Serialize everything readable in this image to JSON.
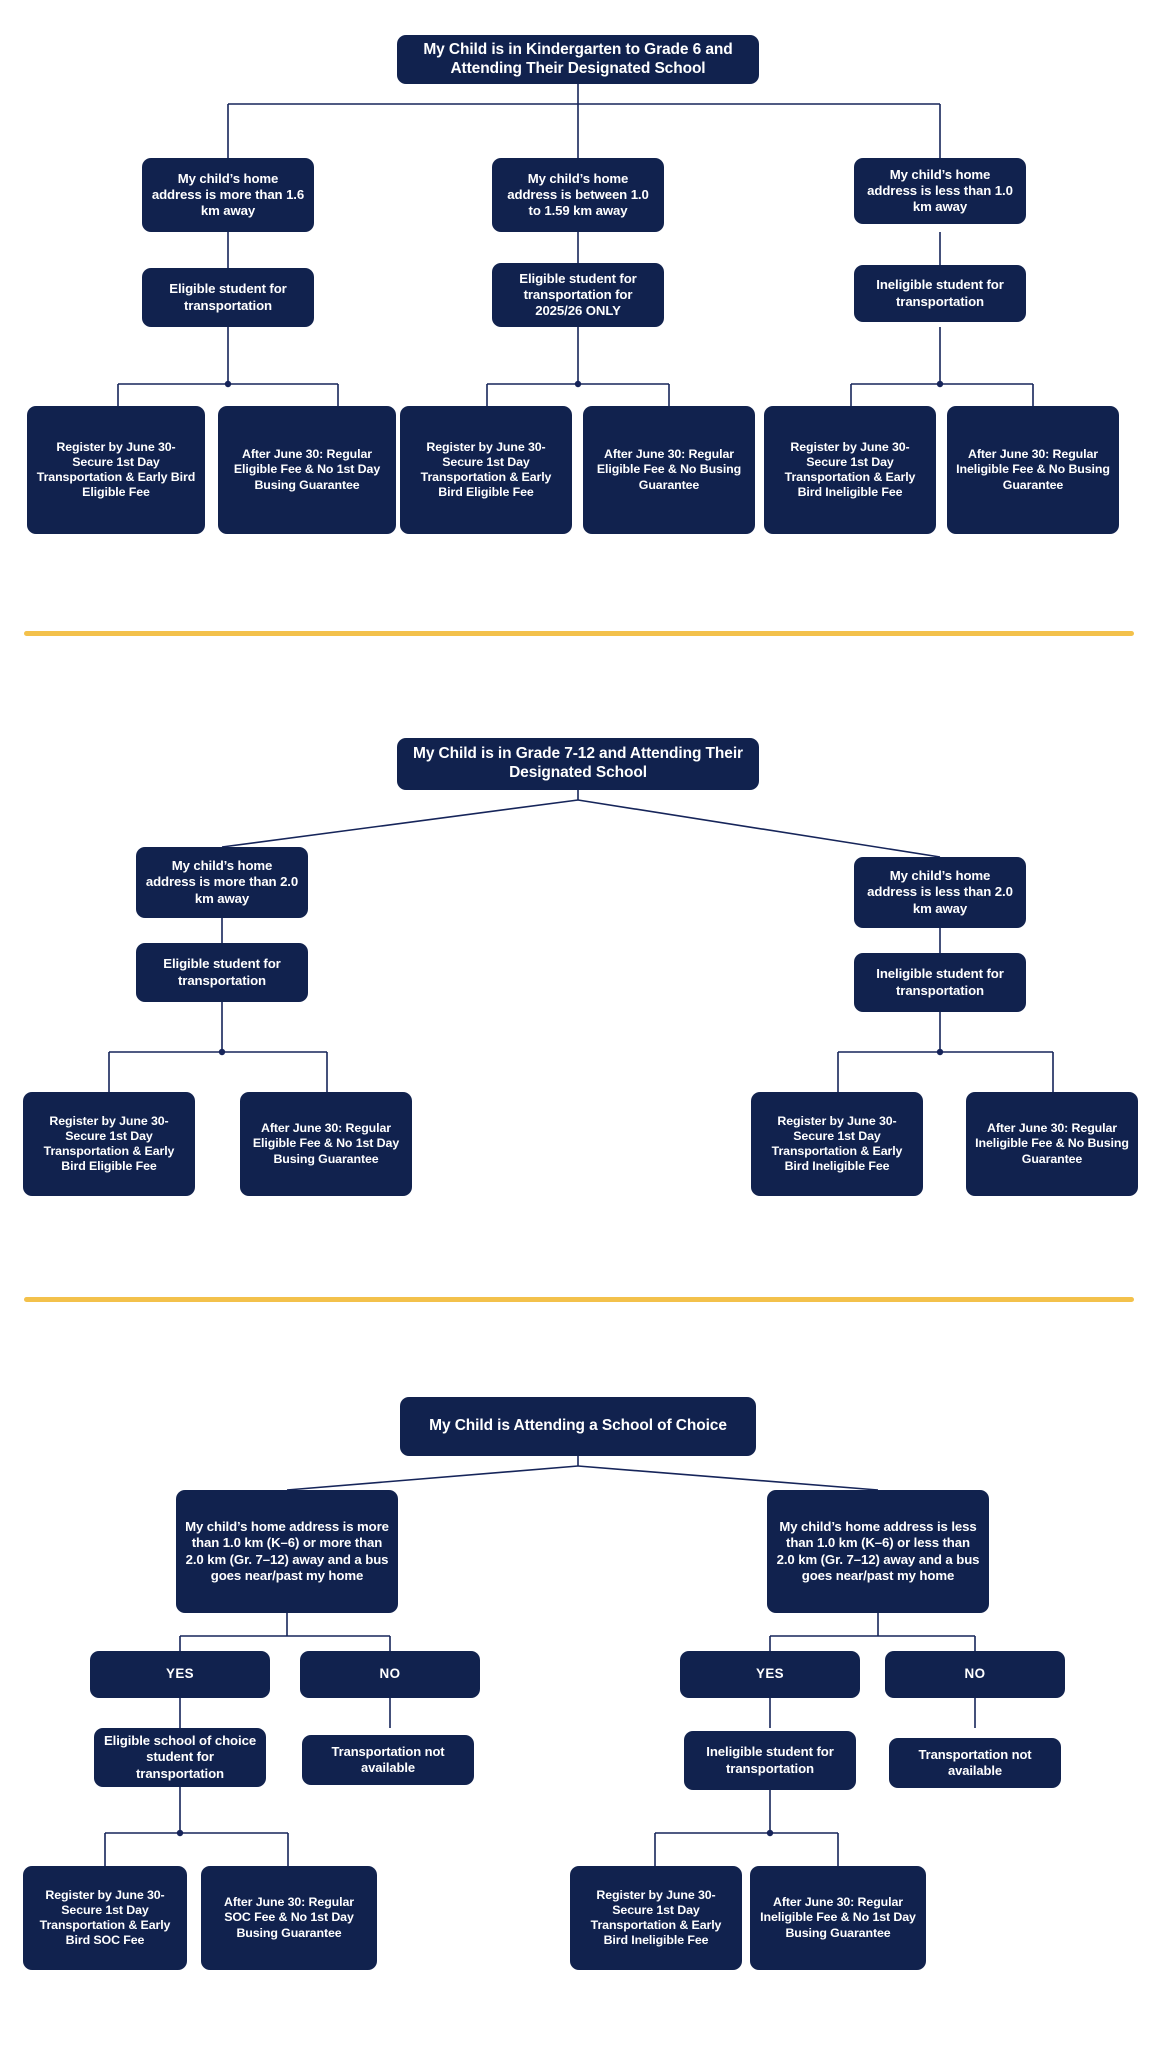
{
  "colors": {
    "node_fill": "#11224e",
    "node_text": "#ffffff",
    "connector": "#16255a",
    "divider": "#f3c14b",
    "background": "#ffffff"
  },
  "sections": [
    {
      "id": "k-6-designated",
      "root": "My Child is in Kindergarten to Grade 6 and Attending Their Designated School",
      "branches": [
        {
          "condition": "My child’s home address is more than 1.6 km away",
          "status": "Eligible student for transportation",
          "outcomes": [
            "Register by June 30- Secure 1st Day Transportation & Early Bird Eligible Fee",
            "After June 30: Regular Eligible Fee & No 1st Day Busing Guarantee"
          ]
        },
        {
          "condition": "My child’s home address is between 1.0 to 1.59 km away",
          "status": "Eligible student for transportation for 2025/26 ONLY",
          "outcomes": [
            "Register by June 30- Secure 1st Day Transportation & Early Bird Eligible Fee",
            "After June 30: Regular Eligible Fee & No Busing Guarantee"
          ]
        },
        {
          "condition": "My child’s home address is less than 1.0 km away",
          "status": "Ineligible student for transportation",
          "outcomes": [
            "Register by June 30- Secure 1st Day Transportation & Early Bird Ineligible Fee",
            "After June 30: Regular Ineligible Fee & No Busing Guarantee"
          ]
        }
      ]
    },
    {
      "id": "grade-7-12-designated",
      "root": "My Child is in Grade 7-12 and Attending Their Designated School",
      "branches": [
        {
          "condition": "My child’s home address is more than 2.0 km away",
          "status": "Eligible student for transportation",
          "outcomes": [
            "Register by June 30- Secure 1st Day Transportation & Early Bird Eligible Fee",
            "After June 30: Regular Eligible Fee & No 1st Day Busing Guarantee"
          ]
        },
        {
          "condition": "My child’s home address is less than 2.0 km away",
          "status": "Ineligible student for transportation",
          "outcomes": [
            "Register by June 30- Secure 1st Day Transportation & Early Bird Ineligible Fee",
            "After June 30: Regular Ineligible Fee & No Busing Guarantee"
          ]
        }
      ]
    },
    {
      "id": "school-of-choice",
      "root": "My Child is  Attending a School of Choice",
      "branches": [
        {
          "condition": "My child’s home address is more than 1.0 km (K–6) or more than 2.0 km (Gr. 7–12) away and a bus goes near/past my home",
          "yes_label": "YES",
          "no_label": "NO",
          "yes_status": "Eligible school of choice student for transportation",
          "no_status": "Transportation not available",
          "outcomes": [
            "Register by June 30- Secure 1st Day Transportation & Early Bird SOC Fee",
            "After June 30: Regular SOC Fee & No 1st Day Busing Guarantee"
          ]
        },
        {
          "condition": "My child’s home address is less than 1.0 km (K–6) or less than 2.0 km (Gr. 7–12) away and a bus goes near/past  my home",
          "yes_label": "YES",
          "no_label": "NO",
          "yes_status": "Ineligible student for transportation",
          "no_status": "Transportation not available",
          "outcomes": [
            "Register by June 30- Secure 1st Day Transportation & Early Bird Ineligible Fee",
            "After June 30: Regular Ineligible Fee & No 1st Day Busing Guarantee"
          ]
        }
      ]
    }
  ]
}
